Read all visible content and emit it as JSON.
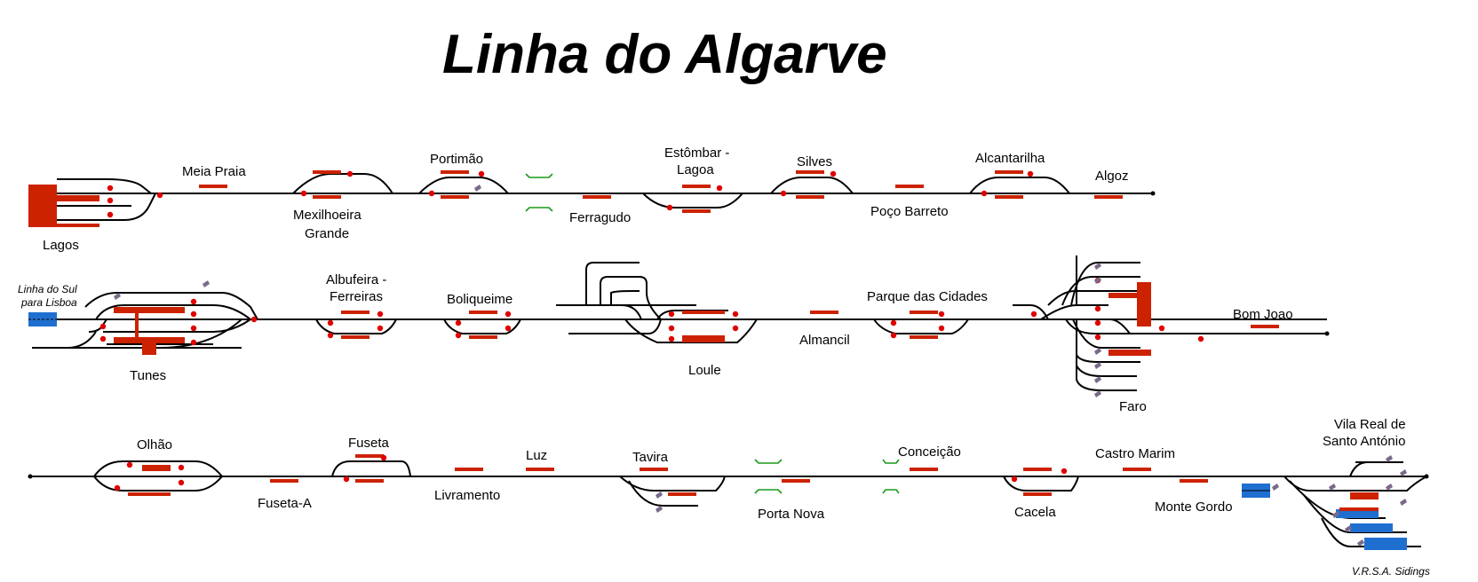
{
  "title": "Linha do Algarve",
  "colors": {
    "track": "#000000",
    "platform": "#cc2200",
    "signal": "#e00000",
    "external_line": "#1f6fd1",
    "cutting": "#1a9a1a",
    "point_motor": "#7a6a8a"
  },
  "notes": {
    "linha_do_sul_1": "Linha do Sul",
    "linha_do_sul_2": "para Lisboa",
    "vrsa_sidings": "V.R.S.A. Sidings"
  },
  "stations": {
    "lagos": "Lagos",
    "meia_praia": "Meia Praia",
    "mexilhoeira_1": "Mexilhoeira",
    "mexilhoeira_2": "Grande",
    "portimao": "Portimão",
    "ferragudo": "Ferragudo",
    "estombar_1": "Estômbar -",
    "estombar_2": "Lagoa",
    "silves": "Silves",
    "poco_barreto": "Poço Barreto",
    "alcantarilha": "Alcantarilha",
    "algoz": "Algoz",
    "tunes": "Tunes",
    "albufeira_1": "Albufeira -",
    "albufeira_2": "Ferreiras",
    "boliqueime": "Boliqueime",
    "loule": "Loule",
    "almancil": "Almancil",
    "parque_das_cidades": "Parque das Cidades",
    "faro": "Faro",
    "bom_joao": "Bom Joao",
    "olhao": "Olhão",
    "fuseta_a": "Fuseta-A",
    "fuseta": "Fuseta",
    "livramento": "Livramento",
    "luz": "Luz",
    "tavira": "Tavira",
    "porta_nova": "Porta Nova",
    "conceicao": "Conceição",
    "cacela": "Cacela",
    "castro_marim": "Castro Marim",
    "monte_gordo": "Monte Gordo",
    "vrsa_1": "Vila Real de",
    "vrsa_2": "Santo António"
  }
}
